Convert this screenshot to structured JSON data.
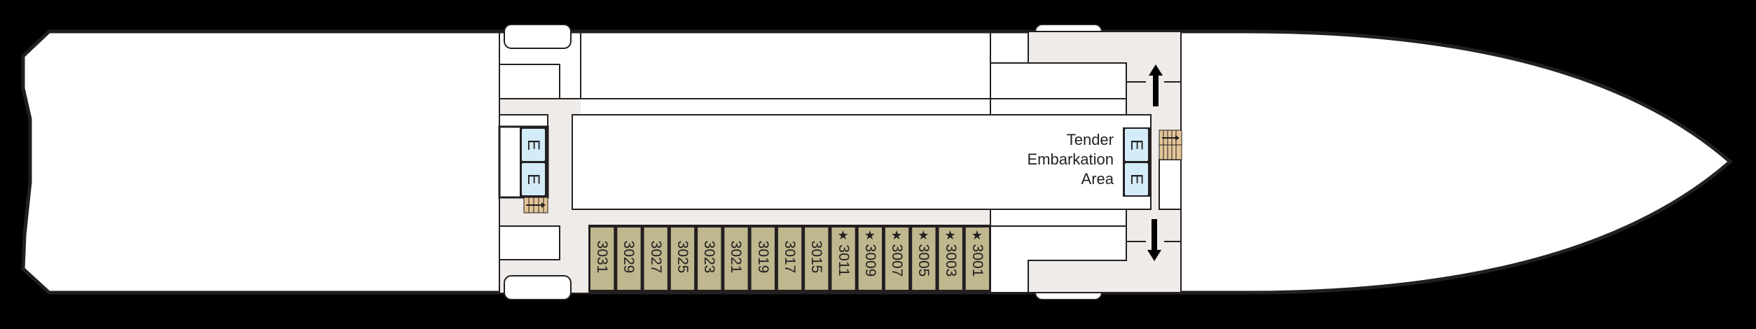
{
  "deck_plan": {
    "colors": {
      "background": "#000000",
      "hull_fill": "#ffffff",
      "outline": "#231f20",
      "corridor_gray": "#eeebe8",
      "cabin_fill": "#bfb78e",
      "elevator_fill": "#d3ecf7",
      "stairs_fill": "#e3c598"
    },
    "areas": {
      "tender": {
        "line1": "Tender",
        "line2": "Embarkation",
        "line3": "Area"
      }
    },
    "elevators": {
      "aft": [
        {
          "label": "E"
        },
        {
          "label": "E"
        }
      ],
      "forward": [
        {
          "label": "E"
        },
        {
          "label": "E"
        }
      ]
    },
    "cabins": [
      {
        "number": "3031",
        "star": ""
      },
      {
        "number": "3029",
        "star": ""
      },
      {
        "number": "3027",
        "star": ""
      },
      {
        "number": "3025",
        "star": ""
      },
      {
        "number": "3023",
        "star": ""
      },
      {
        "number": "3021",
        "star": ""
      },
      {
        "number": "3019",
        "star": ""
      },
      {
        "number": "3017",
        "star": ""
      },
      {
        "number": "3015",
        "star": ""
      },
      {
        "number": "3011",
        "star": "★"
      },
      {
        "number": "3009",
        "star": "★"
      },
      {
        "number": "3007",
        "star": "★"
      },
      {
        "number": "3005",
        "star": "★"
      },
      {
        "number": "3003",
        "star": "★"
      },
      {
        "number": "3001",
        "star": "★"
      }
    ],
    "icons": {
      "arrow_up": "arrow-up-icon",
      "arrow_down": "arrow-down-icon",
      "stairs": "stairs-icon",
      "star": "star-icon"
    }
  }
}
